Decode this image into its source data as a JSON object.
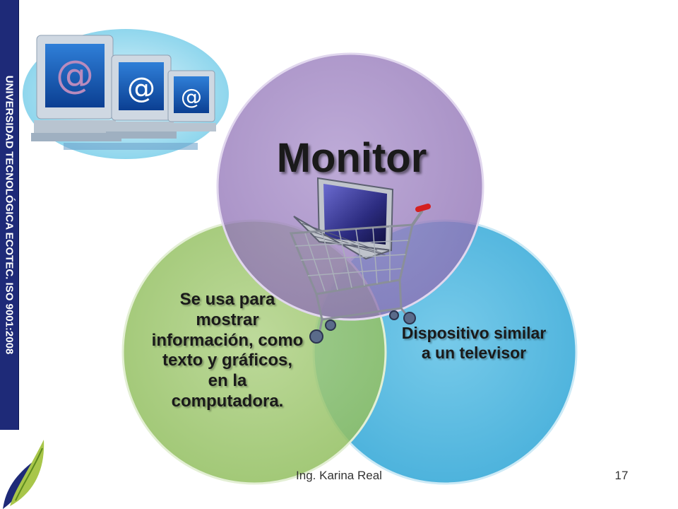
{
  "sidebar": {
    "text": "UNIVERSIDAD TECNOLÓGICA ECOTEC. ISO 9001:2008"
  },
  "diagram": {
    "title": "Monitor",
    "left_text": "Se usa para mostrar información, como texto y gráficos, en la computadora.",
    "right_text": "Dispositivo similar a un televisor",
    "colors": {
      "top": "#9b7fbf",
      "left": "#9bc66d",
      "right": "#4db7e0"
    }
  },
  "icons": {
    "clipart": "computers-at-sign-clipart",
    "cart": "shopping-cart-laptop-icon",
    "logo": "leaf-logo-icon"
  },
  "footer": {
    "author": "Ing. Karina Real",
    "page": "17"
  }
}
